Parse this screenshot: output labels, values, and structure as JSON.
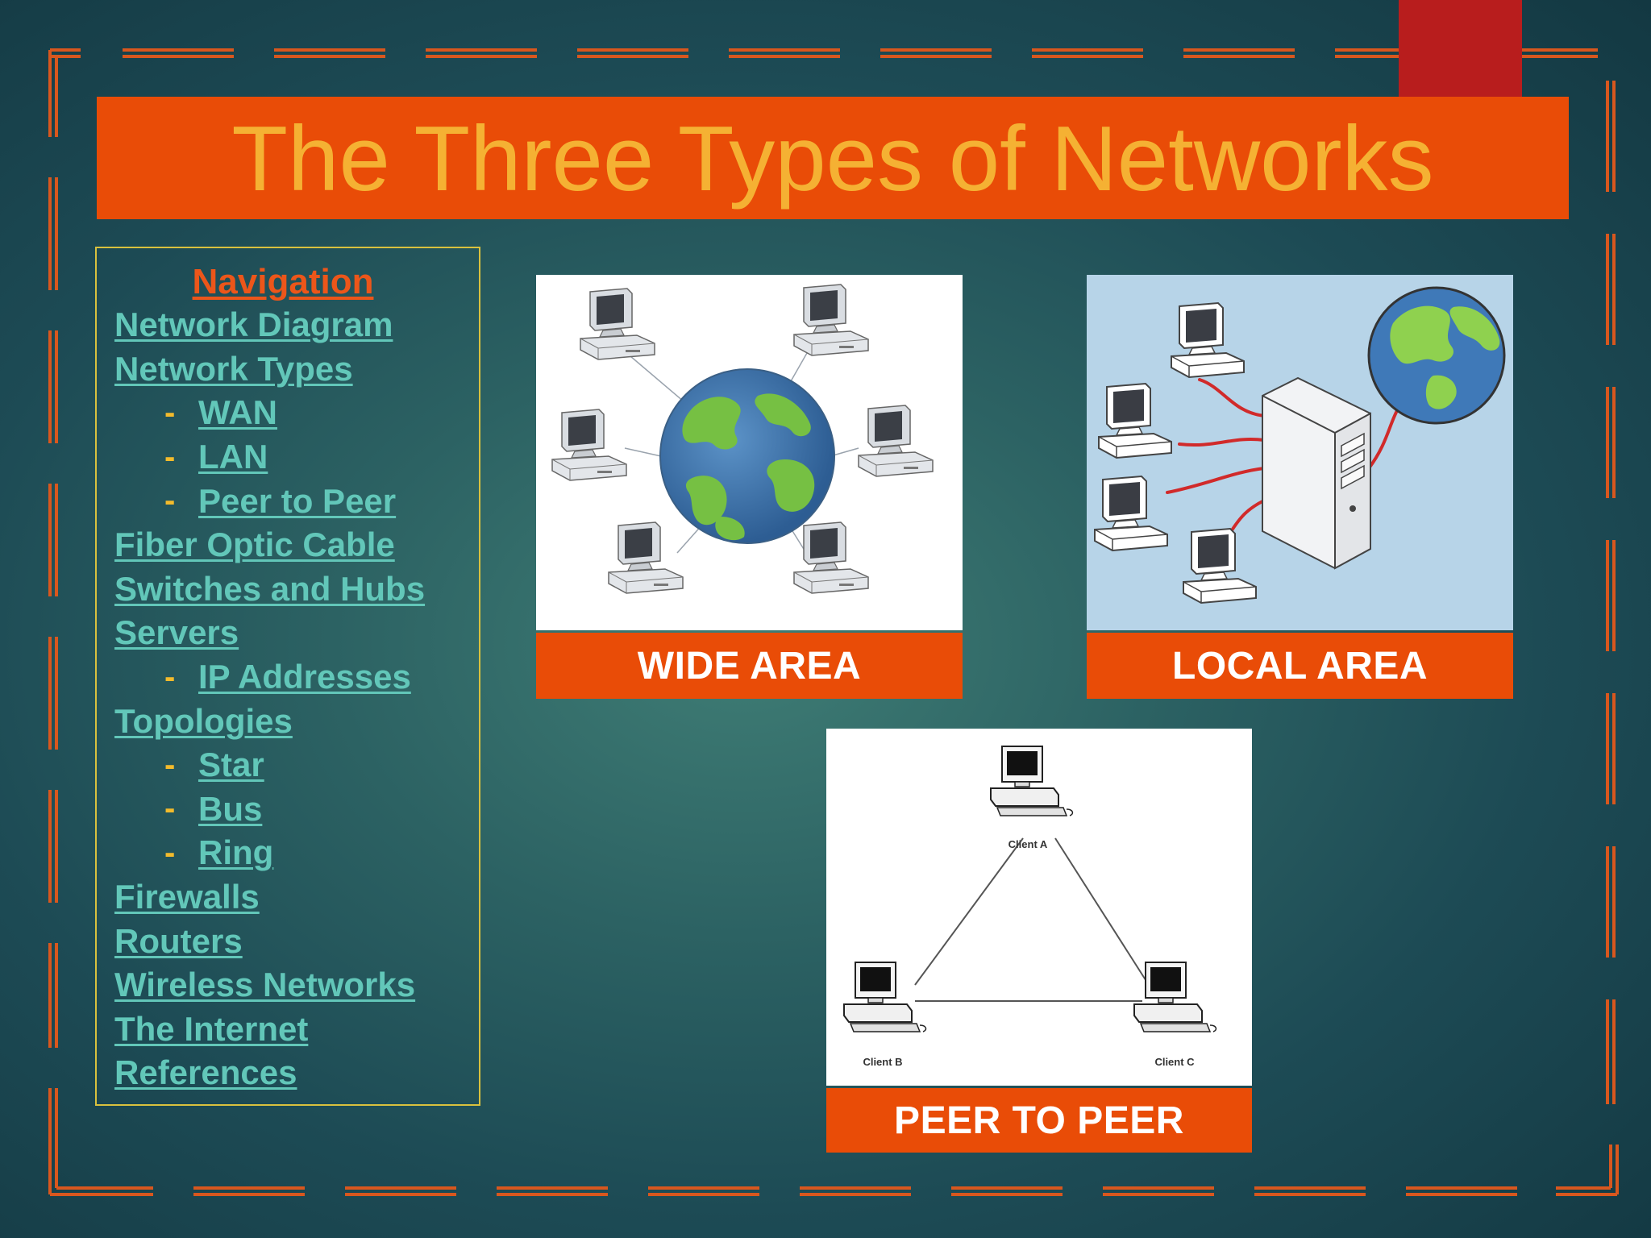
{
  "slide": {
    "title": "The Three Types of Networks"
  },
  "navigation": {
    "heading": "Navigation",
    "dash": "-",
    "items": [
      {
        "label": "Network Diagram",
        "sub": false
      },
      {
        "label": "Network Types",
        "sub": false
      },
      {
        "label": "WAN",
        "sub": true
      },
      {
        "label": "LAN",
        "sub": true
      },
      {
        "label": "Peer to Peer",
        "sub": true
      },
      {
        "label": "Fiber Optic Cable",
        "sub": false
      },
      {
        "label": "Switches and Hubs",
        "sub": false
      },
      {
        "label": "Servers",
        "sub": false
      },
      {
        "label": "IP Addresses",
        "sub": true
      },
      {
        "label": "Topologies",
        "sub": false
      },
      {
        "label": "Star",
        "sub": true
      },
      {
        "label": "Bus",
        "sub": true
      },
      {
        "label": "Ring",
        "sub": true
      },
      {
        "label": "Firewalls",
        "sub": false
      },
      {
        "label": "Routers",
        "sub": false
      },
      {
        "label": "Wireless Networks",
        "sub": false
      },
      {
        "label": "The Internet",
        "sub": false
      },
      {
        "label": "References",
        "sub": false
      }
    ]
  },
  "cards": {
    "wide_area": {
      "label": "WIDE AREA"
    },
    "local_area": {
      "label": "LOCAL AREA"
    },
    "peer_to_peer": {
      "label": "PEER TO PEER",
      "client_a": "Client A",
      "client_b": "Client B",
      "client_c": "Client C"
    }
  },
  "colors": {
    "accent_orange": "#e94c07",
    "title_text": "#f5b133",
    "nav_link": "#62c7b9",
    "nav_heading": "#ec561a",
    "frame_orange": "#d8571e",
    "tab_red": "#b81d1d"
  },
  "icons": {
    "computer": "desktop-computer-icon",
    "globe": "earth-globe-icon",
    "server": "server-tower-icon"
  }
}
